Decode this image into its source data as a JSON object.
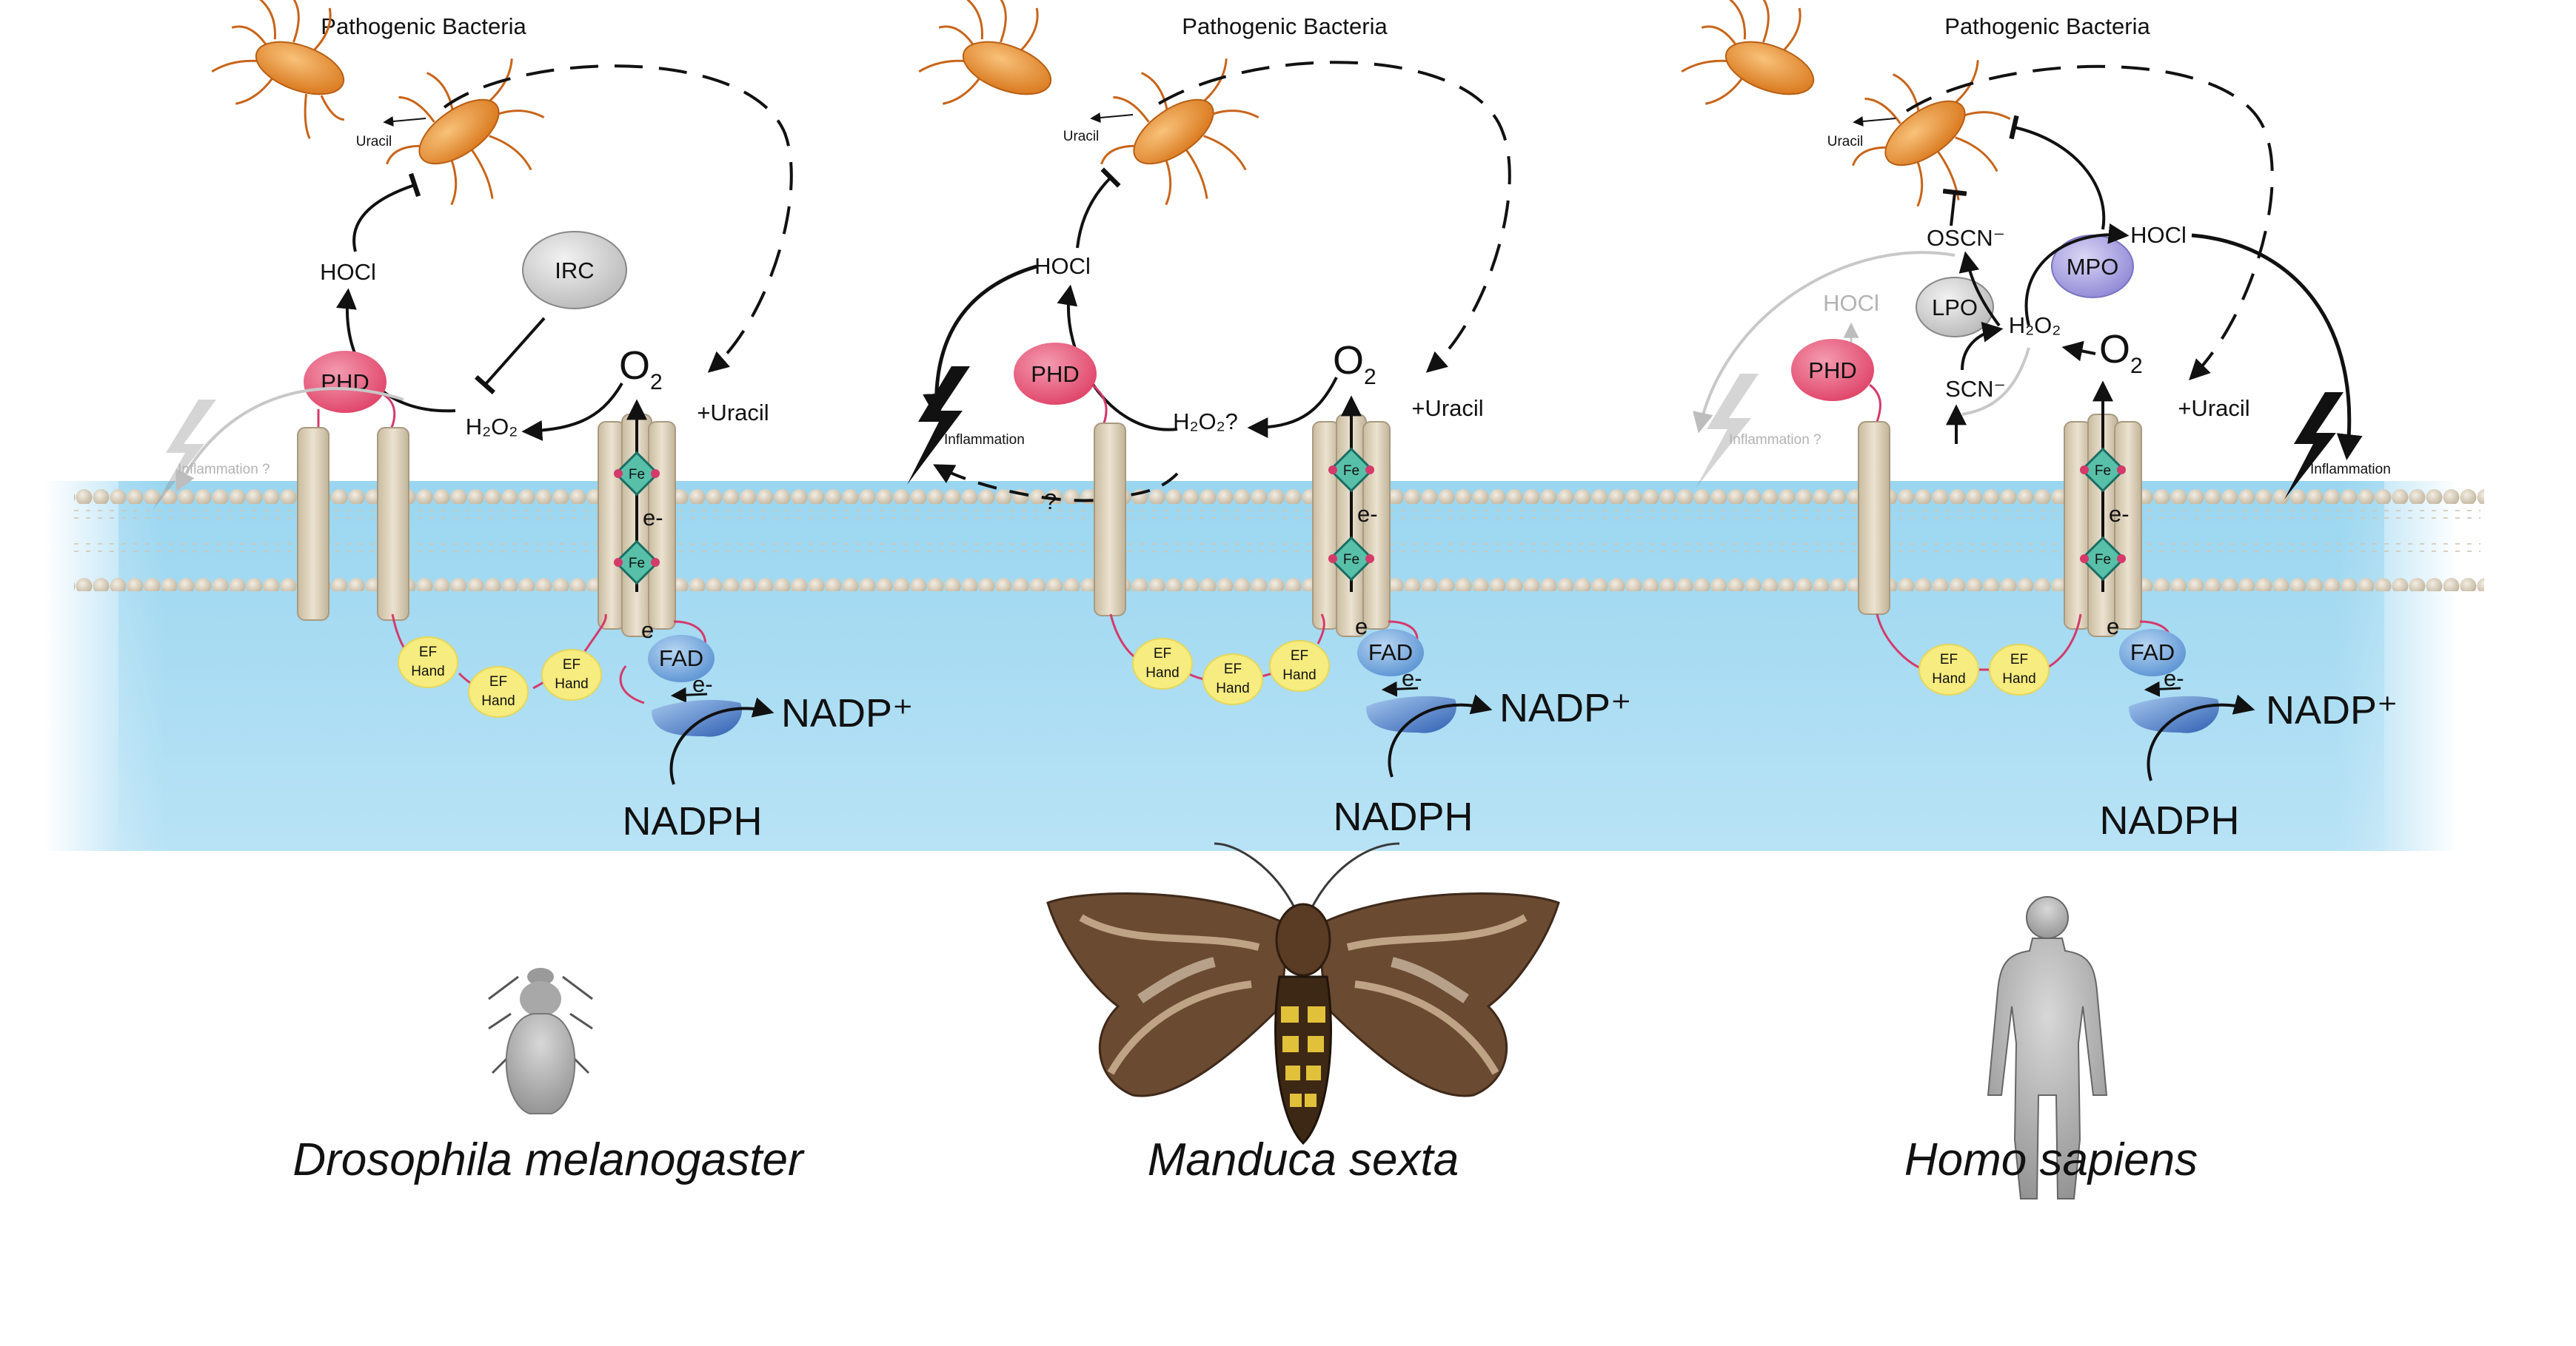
{
  "panels": [
    {
      "id": "drosophila",
      "title": "Pathogenic Bacteria",
      "uracil": "Uracil",
      "hocl": "HOCl",
      "irc": "IRC",
      "phd": "PHD",
      "h2o2": "H₂O₂",
      "o2_main": "O",
      "o2_sub": "2",
      "plus_uracil": "+Uracil",
      "inflammation": "Inflammation ?",
      "fe": "Fe",
      "e_minus": "e-",
      "e_label": "e",
      "fad": "FAD",
      "ef_top": "EF",
      "ef_bottom": "Hand",
      "nadp": "NADP⁺",
      "nadph": "NADPH",
      "species": "Drosophila melanogaster"
    },
    {
      "id": "manduca",
      "title": "Pathogenic Bacteria",
      "uracil": "Uracil",
      "hocl": "HOCl",
      "phd": "PHD",
      "h2o2": "H₂O₂?",
      "o2_main": "O",
      "o2_sub": "2",
      "plus_uracil": "+Uracil",
      "inflammation": "Inflammation",
      "question": "?",
      "fe": "Fe",
      "e_minus": "e-",
      "e_label": "e",
      "fad": "FAD",
      "ef_top": "EF",
      "ef_bottom": "Hand",
      "nadp": "NADP⁺",
      "nadph": "NADPH",
      "species": "Manduca sexta"
    },
    {
      "id": "homo",
      "title": "Pathogenic Bacteria",
      "uracil": "Uracil",
      "oscn": "OSCN⁻",
      "hocl_gray": "HOCl",
      "hocl": "HOCl",
      "mpo": "MPO",
      "lpo": "LPO",
      "phd": "PHD",
      "h2o2": "H₂O₂",
      "scn": "SCN⁻",
      "o2_main": "O",
      "o2_sub": "2",
      "plus_uracil": "+Uracil",
      "inflammation_gray": "Inflammation ?",
      "inflammation": "Inflammation",
      "fe": "Fe",
      "e_minus": "e-",
      "e_label": "e",
      "fad": "FAD",
      "ef_top": "EF",
      "ef_bottom": "Hand",
      "nadp": "NADP⁺",
      "nadph": "NADPH",
      "species": "Homo sapiens"
    }
  ],
  "colors": {
    "cytoplasm": "#a8dcf3",
    "lipid_head": "#dcd2bf",
    "channel": "#d9ccb4",
    "phd": "#e8506f",
    "ef_hand": "#f6ec7f",
    "fad": "#79aee0",
    "fe": "#2a9b8c",
    "mpo": "#a9a4e0",
    "bacteria": "#e48a28",
    "linker": "#d43a6a"
  },
  "icons": [
    "bacteria-icon",
    "lightning-icon",
    "fly-silhouette-icon",
    "moth-icon",
    "human-silhouette-icon"
  ]
}
